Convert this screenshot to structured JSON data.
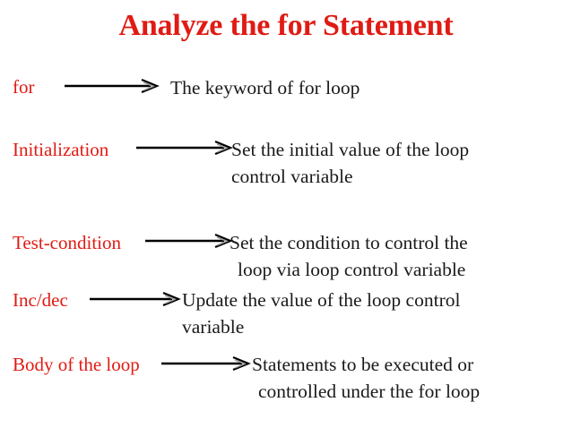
{
  "slide": {
    "title": "Analyze the for Statement",
    "accent_color": "#e01b14",
    "text_color": "#1a1a1a",
    "background_color": "#ffffff",
    "arrow_color": "#000000",
    "arrow_icon_name": "right-arrow-icon"
  },
  "rows": [
    {
      "label": "for",
      "line1": "The keyword of for loop",
      "line2": ""
    },
    {
      "label": "Initialization",
      "line1": "Set the initial value of the loop",
      "line2": "control variable"
    },
    {
      "label": "Test-condition",
      "line1": "Set the condition to control the",
      "line2": "loop via loop control variable"
    },
    {
      "label": "Inc/dec",
      "line1": "Update the value of the loop control",
      "line2": "variable"
    },
    {
      "label": "Body of the loop",
      "line1": "Statements to be executed or",
      "line2": "controlled under the for loop"
    }
  ]
}
